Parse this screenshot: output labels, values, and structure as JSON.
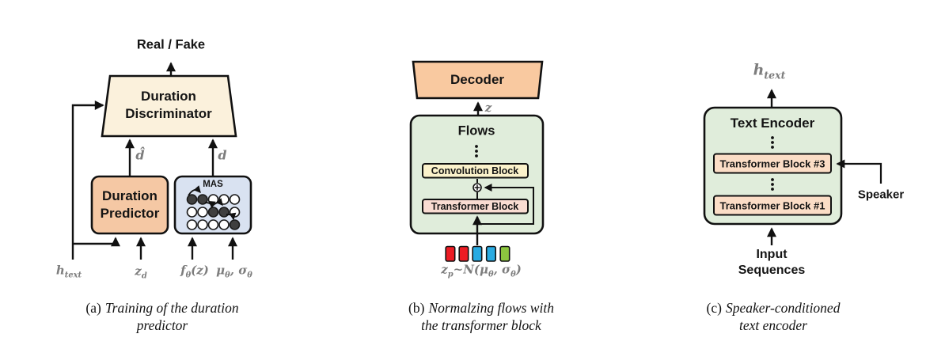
{
  "colors": {
    "cream": "#FBF1DC",
    "salmon": "#F5C8A4",
    "mas_blue": "#D9E2F1",
    "green": "#E0EDDB",
    "conv_yellow": "#FBF2CB",
    "flow_pink": "#F9DCD2",
    "decoder_peach": "#F9C9A0",
    "tb_peach": "#FBDDC6",
    "token_red": "#EC1C24",
    "token_blue": "#29ABE2",
    "token_green": "#8CC63F",
    "stroke_dark": "#111111",
    "math_gray": "#7D7D7D"
  },
  "panel_a": {
    "real_fake_label": "Real / Fake",
    "discriminator_line1": "Duration",
    "discriminator_line2": "Discriminator",
    "predictor_line1": "Duration",
    "predictor_line2": "Predictor",
    "mas_label": "MAS",
    "d_hat_label": "d̂",
    "d_label": "d",
    "h_text": {
      "base": "h",
      "sub": "text"
    },
    "z_d": {
      "base": "z",
      "sub": "d"
    },
    "f_theta": {
      "base": "f",
      "sub": "θ",
      "arg": "(z)"
    },
    "mu_sigma": {
      "mu": "μ",
      "mu_sub": "θ",
      "sep": ", ",
      "sigma": "σ",
      "sigma_sub": "θ"
    },
    "caption": {
      "prefix": "(a)",
      "line1": "Training of the duration",
      "line2": "predictor"
    }
  },
  "panel_b": {
    "decoder_label": "Decoder",
    "z_label": "z",
    "flows_label": "Flows",
    "conv_block_label": "Convolution Block",
    "transformer_block_label": "Transformer Block",
    "z_p": {
      "base": "z",
      "sub": "p",
      "mid": "~N(",
      "mu": "μ",
      "mu_sub": "θ",
      "sep": ", ",
      "sigma": "σ",
      "sigma_sub": "θ",
      "close": ")"
    },
    "caption": {
      "prefix": "(b)",
      "line1": "Normalzing flows with",
      "line2": "the transformer block"
    }
  },
  "panel_c": {
    "h_text": {
      "base": "h",
      "sub": "text"
    },
    "encoder_label": "Text Encoder",
    "tb3_label": "Transformer Block #3",
    "tb1_label": "Transformer Block #1",
    "speaker_label": "Speaker",
    "input_line1": "Input",
    "input_line2": "Sequences",
    "caption": {
      "prefix": "(c)",
      "line1": "Speaker-conditioned",
      "line2": "text encoder"
    }
  }
}
